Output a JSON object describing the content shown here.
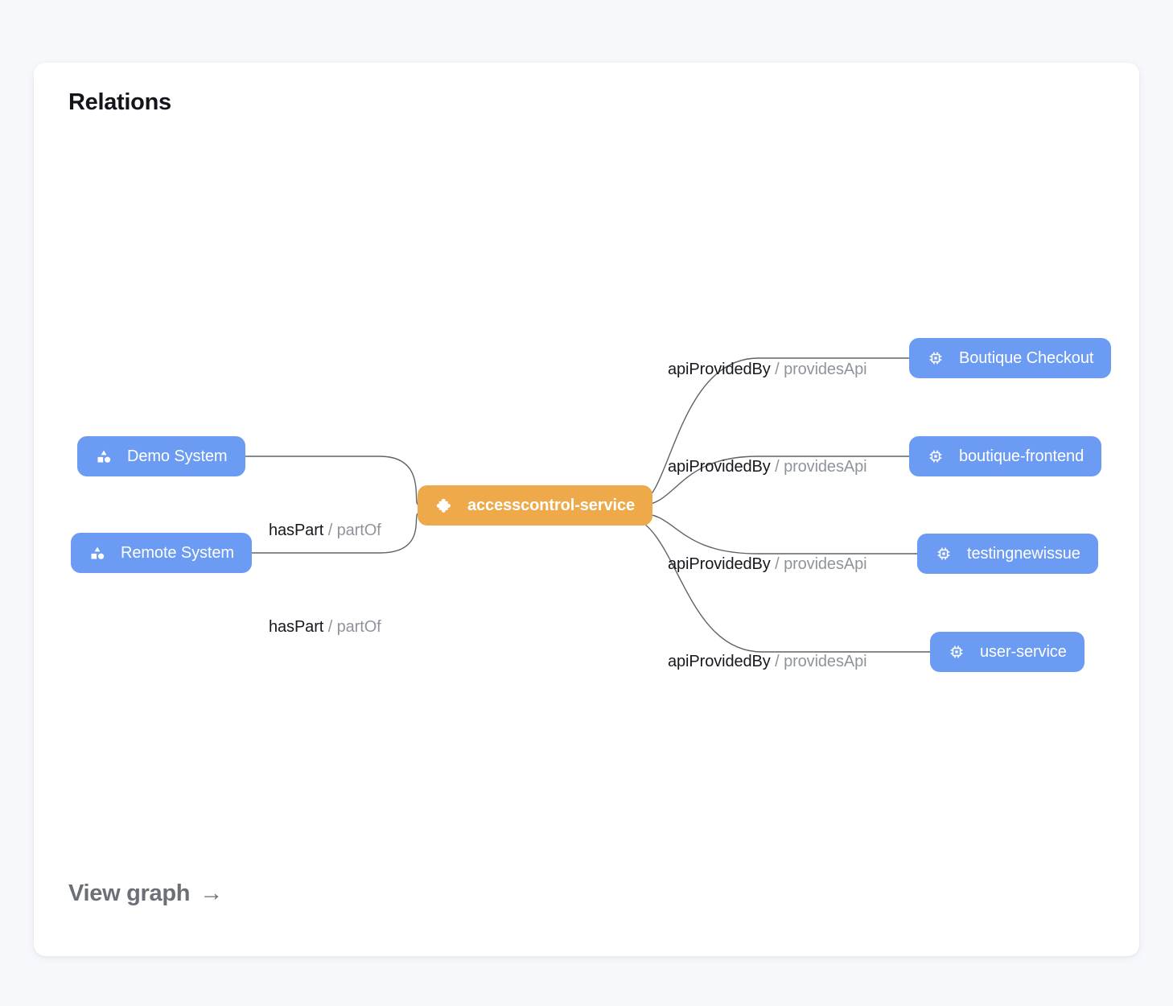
{
  "card": {
    "title": "Relations",
    "view_graph_label": "View graph",
    "view_graph_arrow": "→"
  },
  "colors": {
    "page_background": "#f7f8fc",
    "card_background": "#ffffff",
    "node_blue": "#6b9bf2",
    "node_orange": "#eeaa4a",
    "edge_stroke": "#5f6368",
    "relation_forward_text": "#15181d",
    "relation_reverse_text": "#8f949c",
    "title_text": "#12151a",
    "view_graph_text": "#6b7076"
  },
  "graph": {
    "center_node": {
      "label": "accesscontrol-service",
      "icon": "puzzle-piece-icon",
      "kind": "component",
      "color": "#eeaa4a"
    },
    "left_nodes": [
      {
        "label": "Demo System",
        "icon": "system-icon",
        "kind": "system",
        "color": "#6b9bf2"
      },
      {
        "label": "Remote System",
        "icon": "system-icon",
        "kind": "system",
        "color": "#6b9bf2"
      }
    ],
    "right_nodes": [
      {
        "label": "Boutique Checkout",
        "icon": "chip-icon",
        "kind": "api",
        "color": "#6b9bf2"
      },
      {
        "label": "boutique-frontend",
        "icon": "chip-icon",
        "kind": "api",
        "color": "#6b9bf2"
      },
      {
        "label": "testingnewissue",
        "icon": "chip-icon",
        "kind": "api",
        "color": "#6b9bf2"
      },
      {
        "label": "user-service",
        "icon": "chip-icon",
        "kind": "api",
        "color": "#6b9bf2"
      }
    ],
    "edges": [
      {
        "from": "Demo System",
        "to": "accesscontrol-service",
        "forward": "hasPart",
        "separator": "/",
        "reverse": "partOf"
      },
      {
        "from": "Remote System",
        "to": "accesscontrol-service",
        "forward": "hasPart",
        "separator": "/",
        "reverse": "partOf"
      },
      {
        "from": "accesscontrol-service",
        "to": "Boutique Checkout",
        "forward": "apiProvidedBy",
        "separator": "/",
        "reverse": "providesApi"
      },
      {
        "from": "accesscontrol-service",
        "to": "boutique-frontend",
        "forward": "apiProvidedBy",
        "separator": "/",
        "reverse": "providesApi"
      },
      {
        "from": "accesscontrol-service",
        "to": "testingnewissue",
        "forward": "apiProvidedBy",
        "separator": "/",
        "reverse": "providesApi"
      },
      {
        "from": "accesscontrol-service",
        "to": "user-service",
        "forward": "apiProvidedBy",
        "separator": "/",
        "reverse": "providesApi"
      }
    ]
  }
}
